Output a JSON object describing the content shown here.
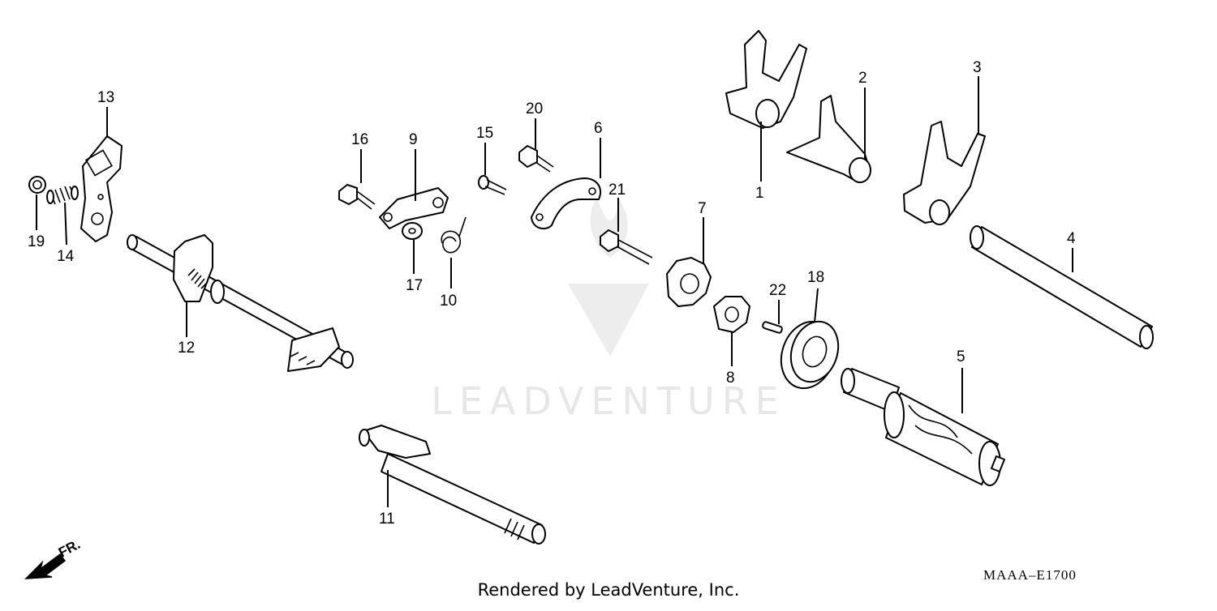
{
  "diagram": {
    "callouts": [
      "1",
      "2",
      "3",
      "4",
      "5",
      "6",
      "7",
      "8",
      "9",
      "10",
      "11",
      "12",
      "13",
      "14",
      "15",
      "16",
      "17",
      "18",
      "19",
      "20",
      "21",
      "22"
    ],
    "front_marker": "FR.",
    "watermark": "LEADVENTURE",
    "diagram_code": "MAAA–E1700",
    "credit": "Rendered by LeadVenture, Inc."
  }
}
